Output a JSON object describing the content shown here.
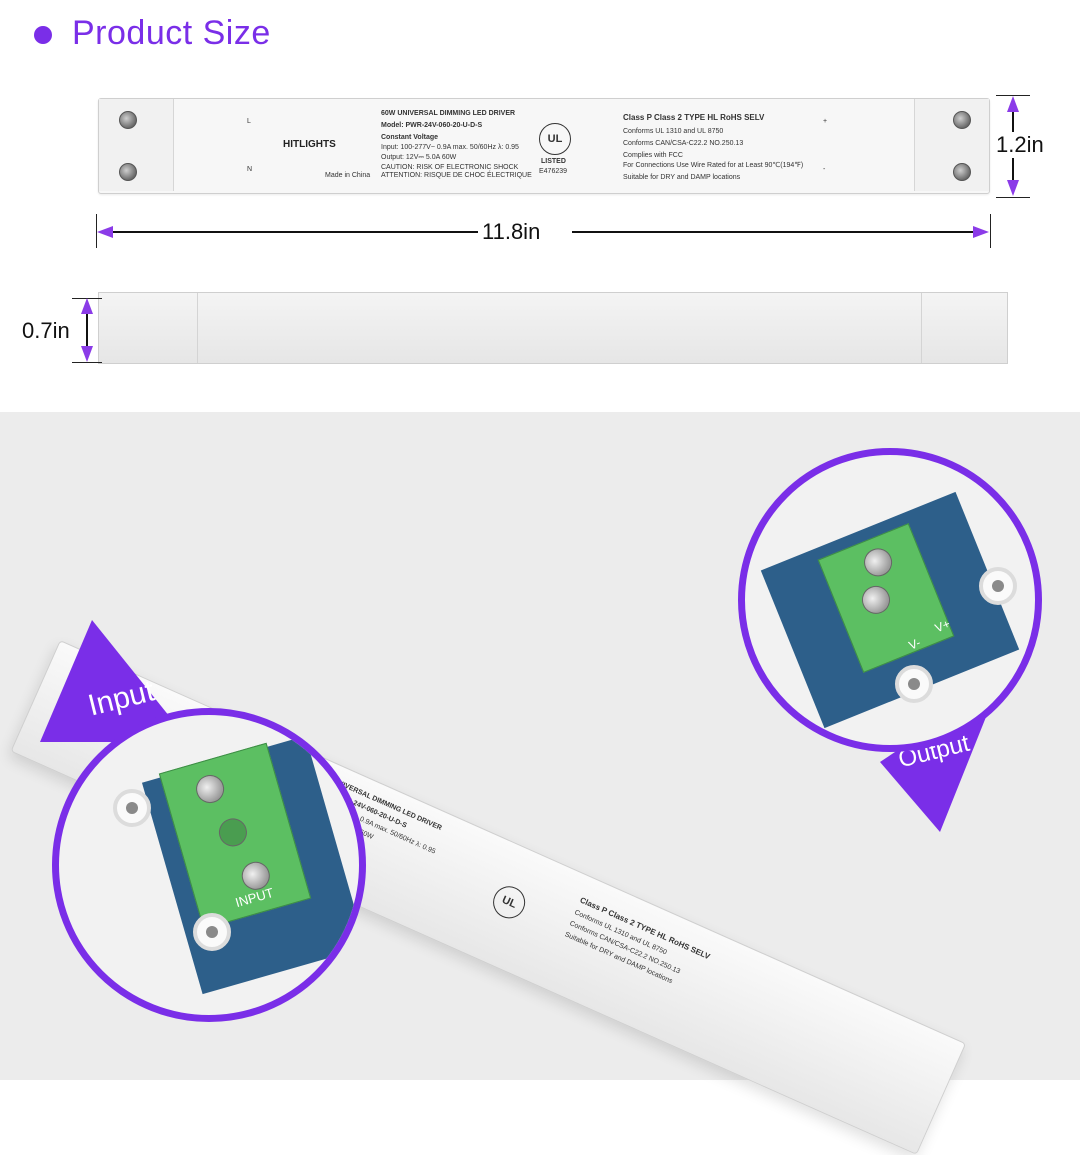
{
  "header": {
    "title": "Product Size"
  },
  "dimensions": {
    "length": "11.8in",
    "width": "1.2in",
    "height": "0.7in"
  },
  "label": {
    "brand": "HITLIGHTS",
    "product": "60W UNIVERSAL DIMMING LED DRIVER",
    "model": "Model: PWR-24V-060-20-U-D-S",
    "type": "Constant Voltage",
    "input": "Input: 100-277V~ 0.9A max. 50/60Hz λ: 0.95",
    "output": "Output: 12V⎓ 5.0A 60W",
    "caution": "CAUTION: RISK OF ELECTRONIC SHOCK",
    "attention": "ATTENTION: RISQUE DE CHOC ÉLECTRIQUE",
    "origin": "Made in China",
    "ul_mark": "UL",
    "listed": "LISTED",
    "file_no": "E476239",
    "classes": "Class P   Class 2   TYPE HL   RoHS   SELV",
    "conforms1": "Conforms UL 1310 and UL 8750",
    "conforms2": "Conforms CAN/CSA-C22.2 NO.250.13",
    "fcc": "Complies with FCC",
    "wire": "For Connections Use Wire Rated for at Least 90℃(194℉)",
    "location": "Suitable for DRY and DAMP locations",
    "pin_l": "L",
    "pin_n": "N",
    "pin_vplus": "+",
    "pin_vminus": "-"
  },
  "callouts": {
    "input": "Input",
    "output": "Output",
    "input_board": "INPUT",
    "vminus": "V-",
    "vplus": "V+"
  },
  "colors": {
    "accent": "#7a2ee8",
    "pcb": "#2d5f8a",
    "terminal": "#5cbf62"
  }
}
